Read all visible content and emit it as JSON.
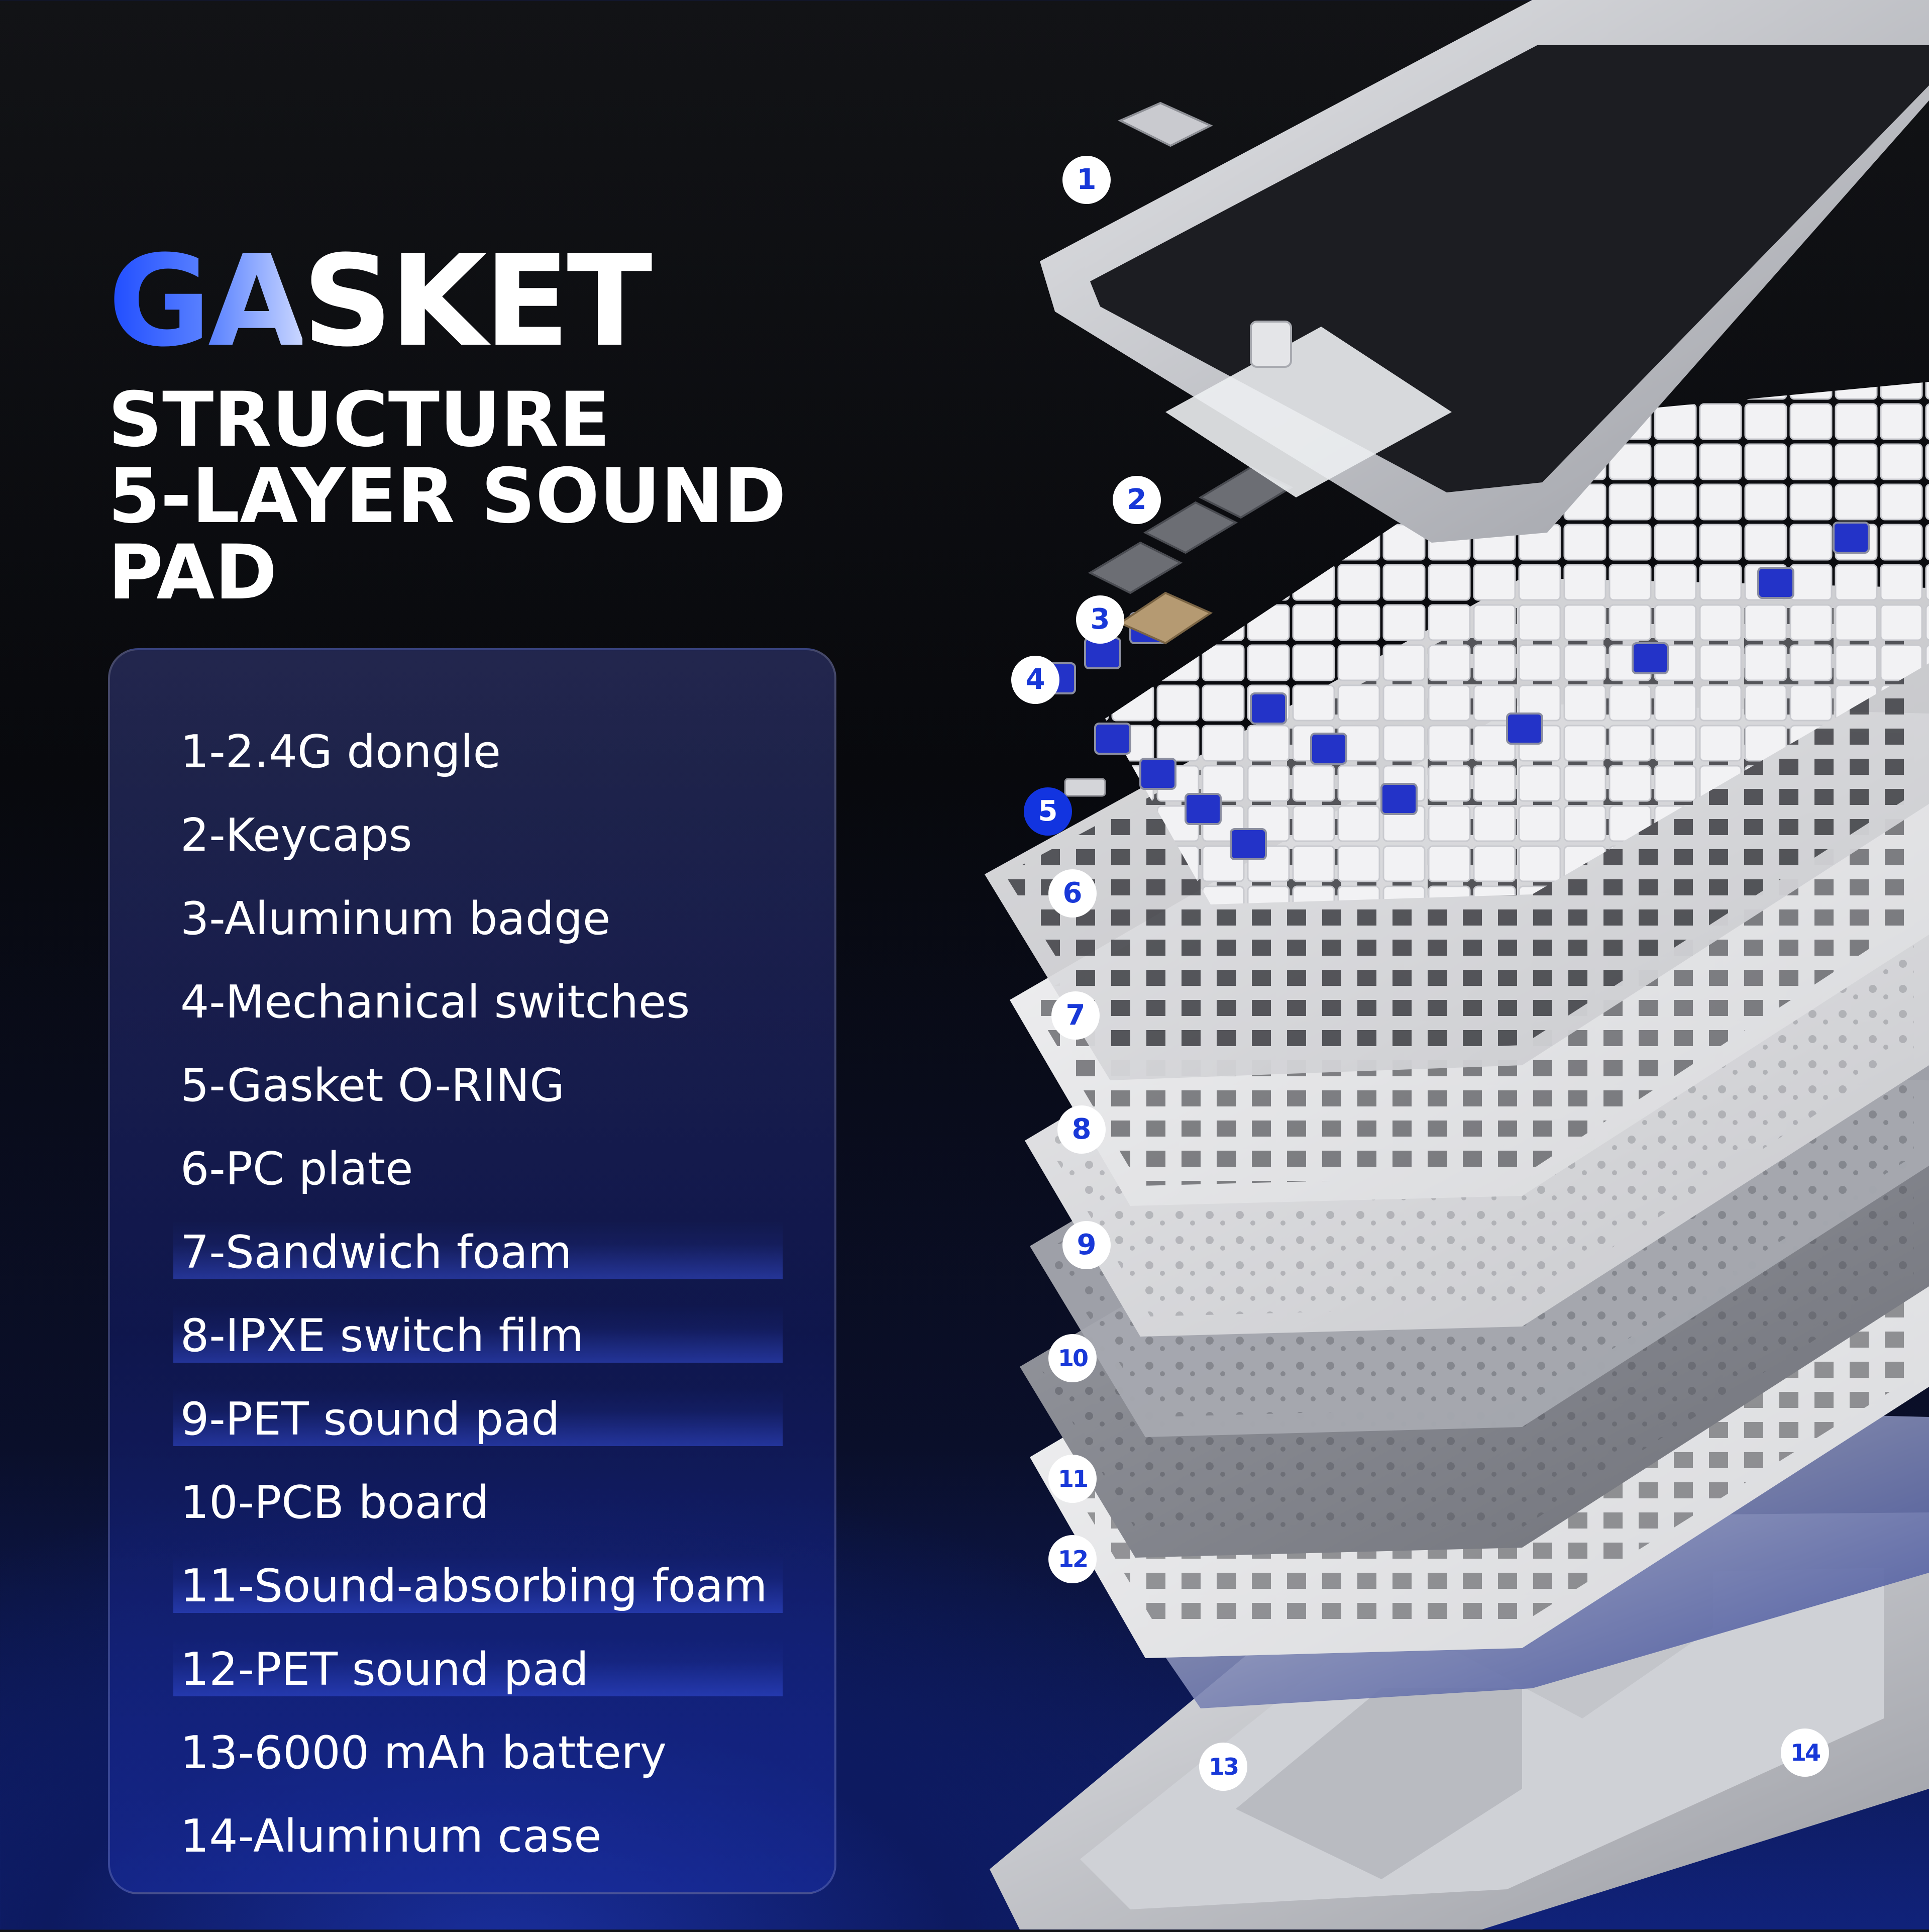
{
  "title": {
    "highlight": "GA",
    "rest": "SKET"
  },
  "subtitle": [
    "STRUCTURE",
    "5-LAYER SOUND",
    "PAD"
  ],
  "parts": [
    {
      "label": "1-2.4G dongle",
      "highlight": false
    },
    {
      "label": "2-Keycaps",
      "highlight": false
    },
    {
      "label": "3-Aluminum badge",
      "highlight": false
    },
    {
      "label": "4-Mechanical switches",
      "highlight": false
    },
    {
      "label": "5-Gasket O-RING",
      "highlight": false
    },
    {
      "label": "6-PC plate",
      "highlight": false
    },
    {
      "label": "7-Sandwich foam",
      "highlight": true
    },
    {
      "label": "8-IPXE switch film",
      "highlight": true
    },
    {
      "label": "9-PET sound pad",
      "highlight": true
    },
    {
      "label": "10-PCB board",
      "highlight": false
    },
    {
      "label": "11-Sound-absorbing foam",
      "highlight": true
    },
    {
      "label": "12-PET sound pad",
      "highlight": true
    },
    {
      "label": "13-6000 mAh battery",
      "highlight": false
    },
    {
      "label": "14-Aluminum case",
      "highlight": false
    }
  ],
  "callouts": [
    "1",
    "2",
    "3",
    "4",
    "5",
    "6",
    "7",
    "8",
    "9",
    "10",
    "11",
    "12",
    "13",
    "14"
  ],
  "colors": {
    "accent": "#1838d8",
    "badge_active": "#1234e0"
  }
}
